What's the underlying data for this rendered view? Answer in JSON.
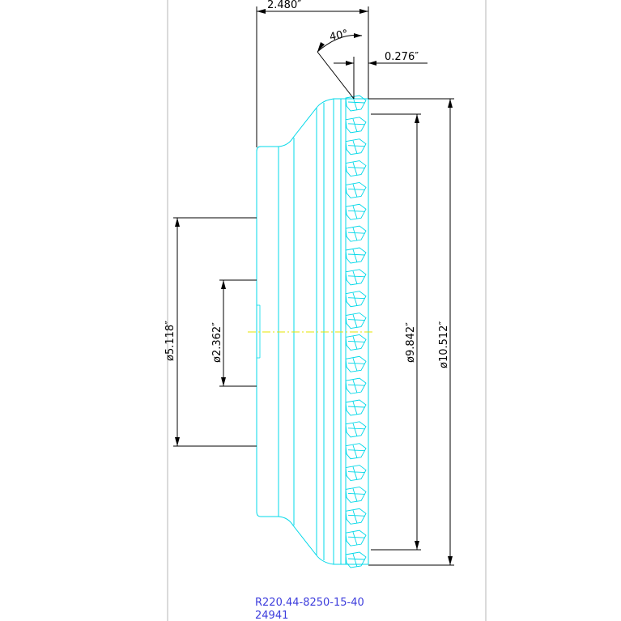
{
  "dimensions": {
    "overall_width": "2.480″",
    "lead_angle": "40°",
    "insert_offset": "0.276″",
    "bore_diameter": "ø5.118″",
    "pilot_diameter": "ø2.362″",
    "cutting_diameter": "ø9.842″",
    "max_diameter": "ø10.512″"
  },
  "part": {
    "code": "R220.44-8250-15-40",
    "number": "24941"
  },
  "insert_count": 22,
  "colors": {
    "outline": "#00d8e8",
    "dimension": "#000000",
    "centerline": "#e6e600",
    "label": "#3c3cdc",
    "frame": "#b4b4b4"
  }
}
